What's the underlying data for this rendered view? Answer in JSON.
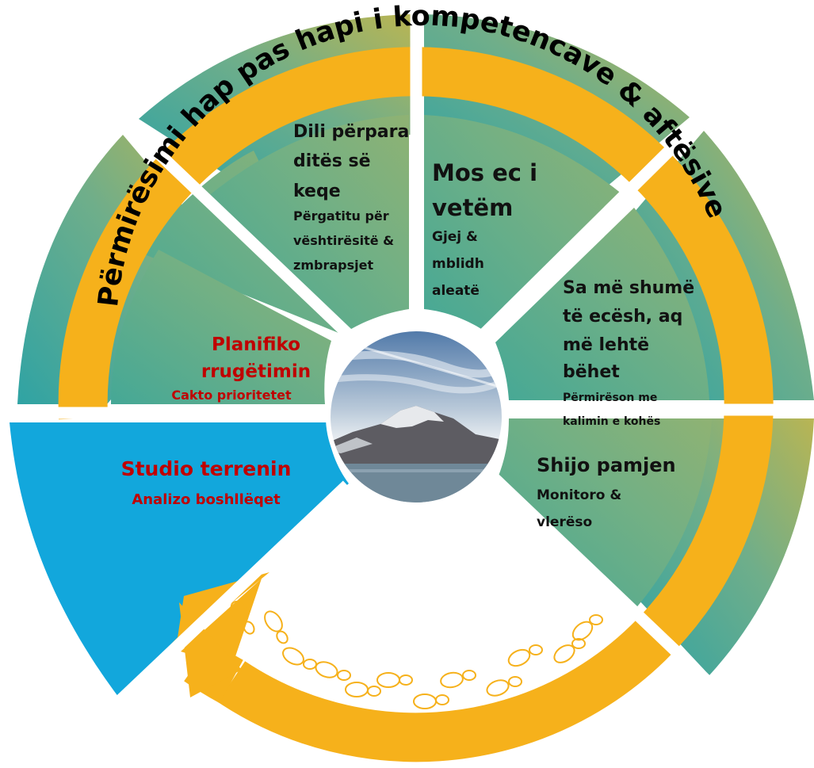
{
  "arc_title": "Përmirësimi hap pas hapi i kompetencave & aftësive",
  "colors": {
    "ring_arrow": "#f6b11b",
    "highlight_segment": "#12a7dc",
    "red_text": "#c00000",
    "dark_text": "#111111",
    "footprint": "#f6b11b"
  },
  "center_image": "mountain-lake-photo",
  "steps": [
    {
      "title": "Studio terrenin",
      "subtitle": "Analizo boshllëqet",
      "highlighted": true
    },
    {
      "title": "Planifiko rrugëtimin",
      "subtitle": "Cakto prioritetet"
    },
    {
      "title": "Dili përpara ditës së keqe",
      "subtitle": "Përgatitu për vështirësitë & zmbrapsjet"
    },
    {
      "title": "Mos ec i vetëm",
      "subtitle": "Gjej & mblidh aleatë"
    },
    {
      "title": "Sa më shumë të ecësh, aq më lehtë bëhet",
      "subtitle": "Përmirëson me kalimin e kohës"
    },
    {
      "title": "Shijo pamjen",
      "subtitle": "Monitoro & vlerëso"
    }
  ]
}
